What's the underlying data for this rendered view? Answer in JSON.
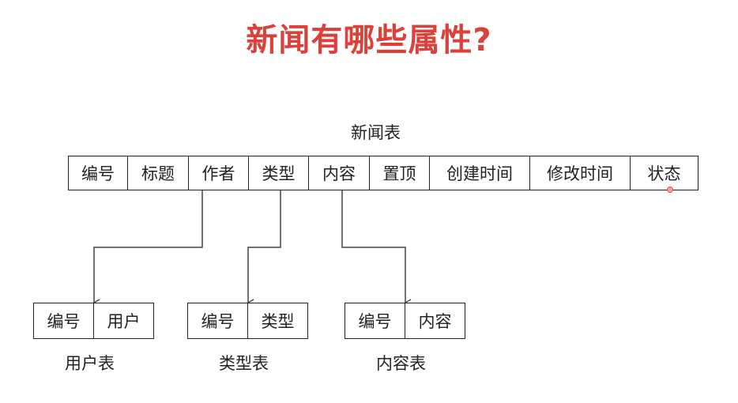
{
  "title": "新闻有哪些属性?",
  "news_table": {
    "caption": "新闻表",
    "columns": [
      "编号",
      "标题",
      "作者",
      "类型",
      "内容",
      "置顶",
      "创建时间",
      "修改时间",
      "状态"
    ]
  },
  "user_table": {
    "caption": "用户表",
    "columns": [
      "编号",
      "用户"
    ]
  },
  "type_table": {
    "caption": "类型表",
    "columns": [
      "编号",
      "类型"
    ]
  },
  "content_table": {
    "caption": "内容表",
    "columns": [
      "编号",
      "内容"
    ]
  },
  "relations": [
    {
      "from": "作者",
      "to_table": "用户表",
      "to_column": "用户"
    },
    {
      "from": "类型",
      "to_table": "类型表",
      "to_column": "类型"
    },
    {
      "from": "内容",
      "to_table": "内容表",
      "to_column": "内容"
    }
  ],
  "colors": {
    "title": "#d9413a",
    "lines": "#444444",
    "text": "#222222"
  }
}
